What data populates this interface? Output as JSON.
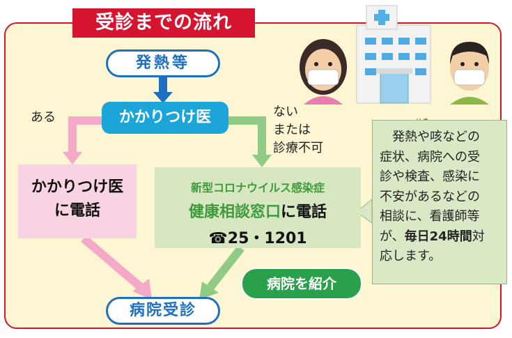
{
  "title": "受診までの流れ",
  "flow": {
    "fever_label": "発熱等",
    "gp_label": "かかりつけ医",
    "yes_label": "ある",
    "no_label_1": "ない",
    "no_label_2": "または",
    "no_label_3": "診療不可",
    "call_gp_line1": "かかりつけ医",
    "call_gp_line2": "に電話",
    "consult_line1": "新型コロナウイルス感染症",
    "consult_line2_green": "健康相談窓口",
    "consult_line2_black": "に電話",
    "phone_icon": "☎",
    "phone_number": "25・1201",
    "referral_label": "病院を紹介",
    "exam_label": "病院受診"
  },
  "note": {
    "ruby": "せき",
    "line1": "発熱や咳などの",
    "line2": "症状、病院への受",
    "line3": "診や検査、感染に",
    "line4": "不安があるなどの",
    "line5": "相談に、看護師等",
    "line6_prefix": "が、",
    "line6_bold": "毎日24時間",
    "line6_suffix": "対",
    "line7": "応します。"
  },
  "colors": {
    "frame_red": "#d5142f",
    "cream": "#fdf6d3",
    "blue": "#1d6fc2",
    "cyan": "#1ba5d8",
    "pink": "#f4a9c9",
    "light_green": "#8fcb84",
    "green": "#2aa04b"
  },
  "illustrations": [
    "woman-with-mask",
    "hospital-building",
    "man-with-mask"
  ]
}
